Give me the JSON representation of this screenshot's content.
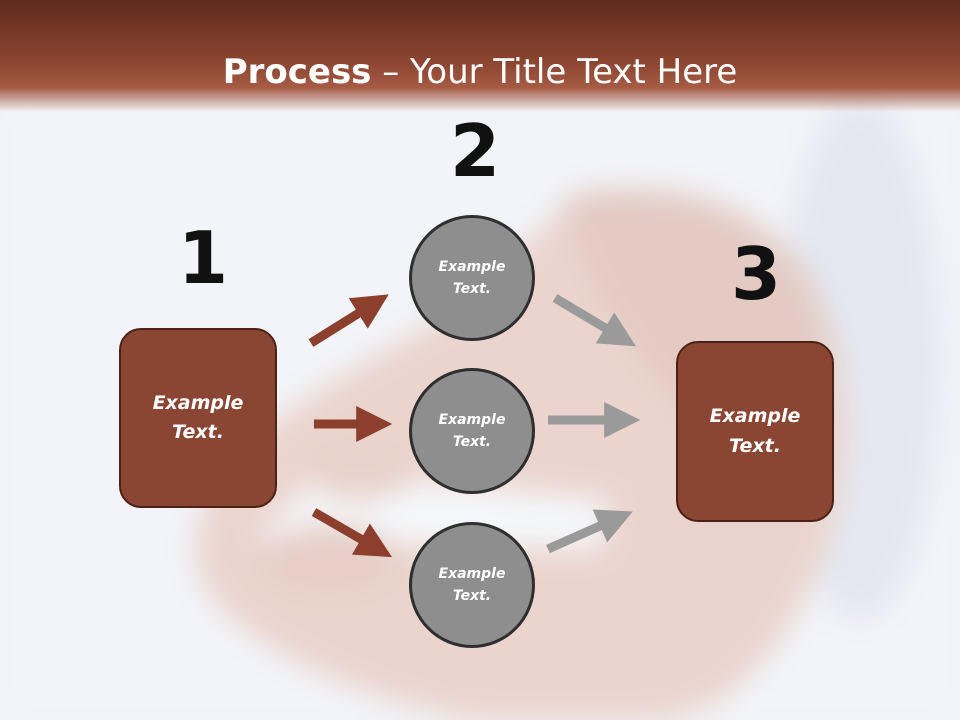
{
  "slide": {
    "title_bold": "Process",
    "title_rest": " – Your Title Text Here"
  },
  "steps": {
    "one": "1",
    "two": "2",
    "three": "3"
  },
  "nodes": {
    "start": "Example\nText.",
    "circle_top": "Example\nText.",
    "circle_middle": "Example\nText.",
    "circle_bottom": "Example\nText.",
    "end": "Example\nText."
  },
  "colors": {
    "title_bar": "#8b4530",
    "box_fill": "#8a4533",
    "circle_fill": "#8e8e8e",
    "arrow_brown": "#8b3f2c",
    "arrow_gray": "#9a9a9a"
  },
  "icons": {
    "arrows_left": "arrow-icon",
    "arrows_right": "arrow-icon"
  }
}
